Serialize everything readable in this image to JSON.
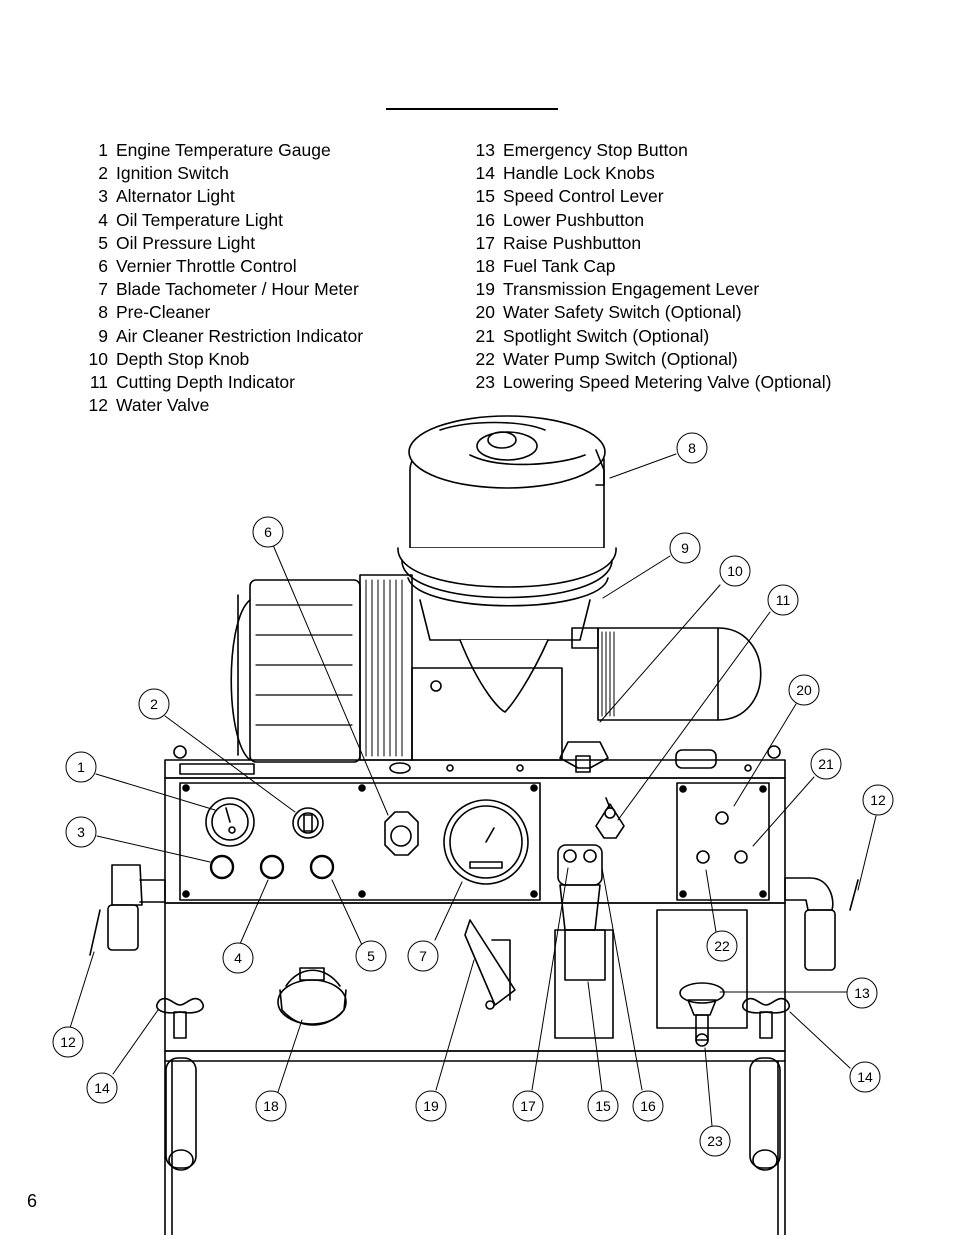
{
  "legend_left": [
    {
      "num": "1",
      "label": "Engine Temperature Gauge"
    },
    {
      "num": "2",
      "label": "Ignition Switch"
    },
    {
      "num": "3",
      "label": "Alternator Light"
    },
    {
      "num": "4",
      "label": "Oil Temperature Light"
    },
    {
      "num": "5",
      "label": "Oil Pressure Light"
    },
    {
      "num": "6",
      "label": "Vernier Throttle Control"
    },
    {
      "num": "7",
      "label": "Blade Tachometer / Hour Meter"
    },
    {
      "num": "8",
      "label": "Pre-Cleaner"
    },
    {
      "num": "9",
      "label": "Air Cleaner Restriction Indicator"
    },
    {
      "num": "10",
      "label": "Depth Stop Knob"
    },
    {
      "num": "11",
      "label": "Cutting Depth Indicator"
    },
    {
      "num": "12",
      "label": "Water Valve"
    }
  ],
  "legend_right": [
    {
      "num": "13",
      "label": "Emergency Stop Button"
    },
    {
      "num": "14",
      "label": "Handle Lock Knobs"
    },
    {
      "num": "15",
      "label": "Speed Control Lever"
    },
    {
      "num": "16",
      "label": "Lower Pushbutton"
    },
    {
      "num": "17",
      "label": "Raise Pushbutton"
    },
    {
      "num": "18",
      "label": "Fuel Tank Cap"
    },
    {
      "num": "19",
      "label": "Transmission Engagement Lever"
    },
    {
      "num": "20",
      "label": "Water Safety Switch (Optional)"
    },
    {
      "num": "21",
      "label": "Spotlight Switch (Optional)"
    },
    {
      "num": "22",
      "label": "Water Pump Switch (Optional)"
    },
    {
      "num": "23",
      "label": "Lowering Speed Metering Valve (Optional)"
    }
  ],
  "callouts": [
    "1",
    "2",
    "3",
    "4",
    "5",
    "6",
    "7",
    "8",
    "9",
    "10",
    "11",
    "12",
    "12",
    "13",
    "14",
    "14",
    "15",
    "16",
    "17",
    "18",
    "19",
    "20",
    "21",
    "22",
    "23"
  ],
  "page_number": "6"
}
